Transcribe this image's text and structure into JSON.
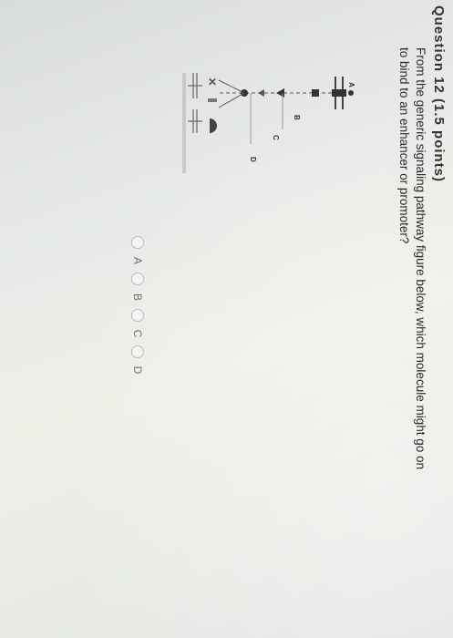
{
  "header": {
    "text": "Question 12 (1.5 points)"
  },
  "question": {
    "text": "From the generic signaling pathway figure below, which molecule might go on to bind to an enhancer or promoter?"
  },
  "figure": {
    "labels": [
      "A",
      "B",
      "C",
      "D"
    ]
  },
  "options": [
    {
      "label": "A"
    },
    {
      "label": "B"
    },
    {
      "label": "C"
    },
    {
      "label": "D"
    }
  ],
  "colors": {
    "radio_border": "#b8bcbc",
    "text": "#2a2a2a"
  }
}
